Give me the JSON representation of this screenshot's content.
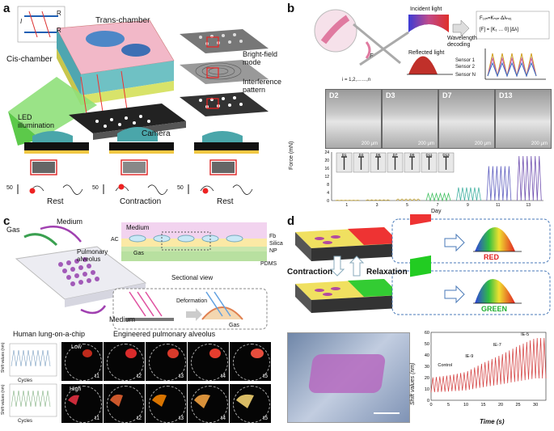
{
  "panel_a": {
    "letter": "a",
    "trans_chamber": "Trans-chamber",
    "cis_chamber": "Cis-chamber",
    "led": "LED illumination",
    "camera": "Camera",
    "bright_field": "Bright-field mode",
    "interference": "Interference pattern",
    "r_top": "R",
    "r_bottom": "R",
    "i_label": "I",
    "states": [
      "Rest",
      "Contraction",
      "Rest"
    ],
    "scale": "50"
  },
  "panel_b": {
    "letter": "b",
    "incident": "Incident light",
    "reflected": "Reflected light",
    "wavelength_decoding": "Wavelength decoding",
    "sensor1": "Sensor 1",
    "sensor2": "Sensor 2",
    "sensorN": "Sensor N",
    "index": "i = 1,2,……,n",
    "force_label": "F",
    "micro": [
      {
        "label": "D2",
        "scale": "200 μm"
      },
      {
        "label": "D3",
        "scale": "200 μm"
      },
      {
        "label": "D7",
        "scale": "200 μm"
      },
      {
        "label": "D13",
        "scale": "200 μm"
      }
    ],
    "chart": {
      "ylabel": "Force (mN)",
      "xlabel": "Day",
      "yticks": [
        "0",
        "4",
        "8",
        "12",
        "16",
        "20",
        "24"
      ],
      "xticks": [
        "1",
        "3",
        "5",
        "7",
        "9",
        "11",
        "13"
      ],
      "insets": [
        "D1",
        "D3",
        "D5",
        "D7",
        "D9",
        "D11",
        "D13"
      ]
    }
  },
  "panel_c": {
    "letter": "c",
    "gas": "Gas",
    "medium_top": "Medium",
    "medium_bottom": "Medium",
    "pulmonary": "Pulmonary alveolus",
    "sectional_view": "Sectional view",
    "deformation": "Deformation",
    "gas_arrow": "Gas",
    "gas_arrow2": "Gas",
    "layers": {
      "medium": "Medium",
      "ac": "AC",
      "fb": "Fb",
      "silica": "Silica",
      "np": "NP",
      "pdms": "PDMS"
    },
    "human_lung": "Human lung-on-a-chip",
    "engineered": "Engineered pulmonary alveolus",
    "low": "Low",
    "high": "High",
    "cycles": "Cycles",
    "shift_label": "Shift values (nm)",
    "timepoints": [
      "t1",
      "t2",
      "t3",
      "t4",
      "t5"
    ]
  },
  "panel_d": {
    "letter": "d",
    "contraction": "Contraction",
    "relaxation": "Relaxation",
    "red": "RED",
    "green": "GREEN",
    "chart": {
      "ylabel": "Shift values (nm)",
      "xlabel": "Time (s)",
      "yticks": [
        "0",
        "10",
        "20",
        "30",
        "40",
        "50",
        "60"
      ],
      "xticks": [
        "0",
        "5",
        "10",
        "15",
        "20",
        "25",
        "30"
      ],
      "annotations": [
        "Control",
        "IE-9",
        "IE-7",
        "IE-5"
      ]
    }
  },
  "chart_data": [
    {
      "type": "line",
      "ylabel": "Force (mN)",
      "xlabel": "Day",
      "x": [
        1,
        3,
        5,
        7,
        9,
        11,
        13
      ],
      "series": [
        {
          "values": [
            0.2,
            0.4,
            0.8,
            3.5,
            6.5,
            17,
            22
          ]
        }
      ],
      "ylim": [
        0,
        24
      ]
    },
    {
      "type": "line",
      "ylabel": "Shift values (nm)",
      "xlabel": "Time (s)",
      "x": [
        0,
        5,
        10,
        15,
        20,
        25,
        30
      ],
      "series": [
        {
          "values": [
            20,
            22,
            25,
            33,
            40,
            48,
            55
          ]
        }
      ],
      "ylim": [
        0,
        60
      ]
    }
  ]
}
